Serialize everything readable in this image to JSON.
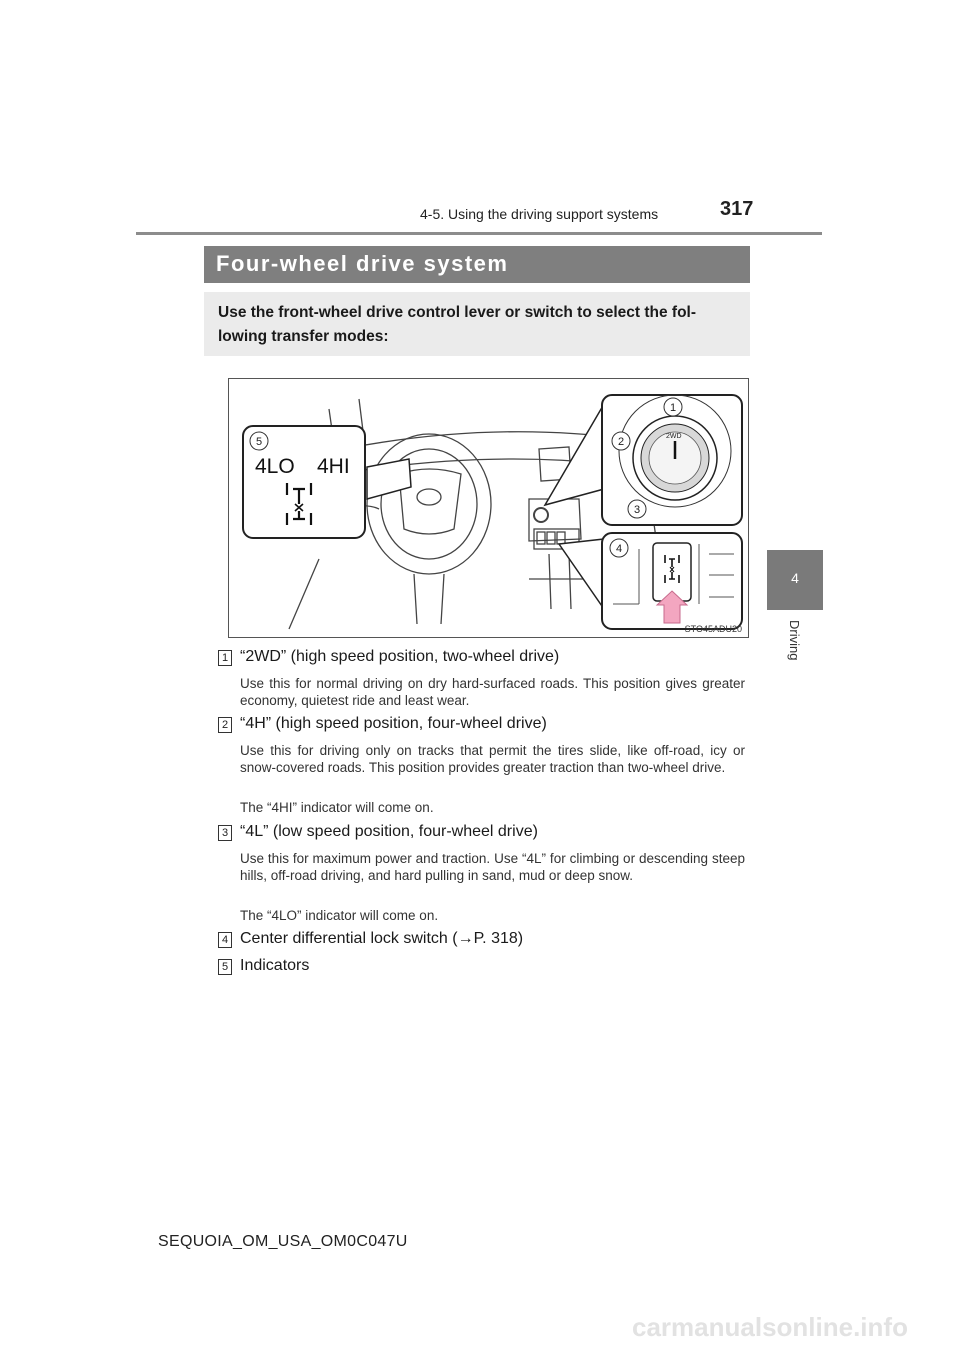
{
  "header": {
    "section": "4-5. Using the driving support systems",
    "page_number": "317"
  },
  "side_tab": {
    "chapter_number": "4",
    "chapter_label": "Driving"
  },
  "section": {
    "title": "Four-wheel drive system",
    "intro": "Use the front-wheel drive control lever or switch to select the fol-lowing transfer modes:"
  },
  "figure": {
    "code": "STO45ADU20",
    "indicator_lo": "4LO",
    "indicator_hi": "4HI",
    "dial_label": "2WD",
    "callouts": [
      "1",
      "2",
      "3",
      "4",
      "5"
    ]
  },
  "items": [
    {
      "num": "1",
      "title": "“2WD” (high speed position, two-wheel drive)",
      "desc": "Use this for normal driving on dry hard-surfaced roads. This position gives greater economy, quietest ride and least wear.",
      "note": ""
    },
    {
      "num": "2",
      "title": "“4H” (high speed position, four-wheel drive)",
      "desc": "Use this for driving only on tracks that permit the tires slide, like off-road, icy or snow-covered roads. This position provides greater traction than two-wheel drive.",
      "note": "The “4HI” indicator will come on."
    },
    {
      "num": "3",
      "title": "“4L” (low speed position, four-wheel drive)",
      "desc": "Use this for maximum power and traction. Use “4L” for climbing or descending steep hills, off-road driving, and hard pulling in sand, mud or deep snow.",
      "note": "The “4LO” indicator will come on."
    },
    {
      "num": "4",
      "title": "Center differential lock switch (→P. 318)",
      "desc": "",
      "note": ""
    },
    {
      "num": "5",
      "title": "Indicators",
      "desc": "",
      "note": ""
    }
  ],
  "footer": {
    "doc_code": "SEQUOIA_OM_USA_OM0C047U"
  },
  "watermark": "carmanualsonline.info"
}
